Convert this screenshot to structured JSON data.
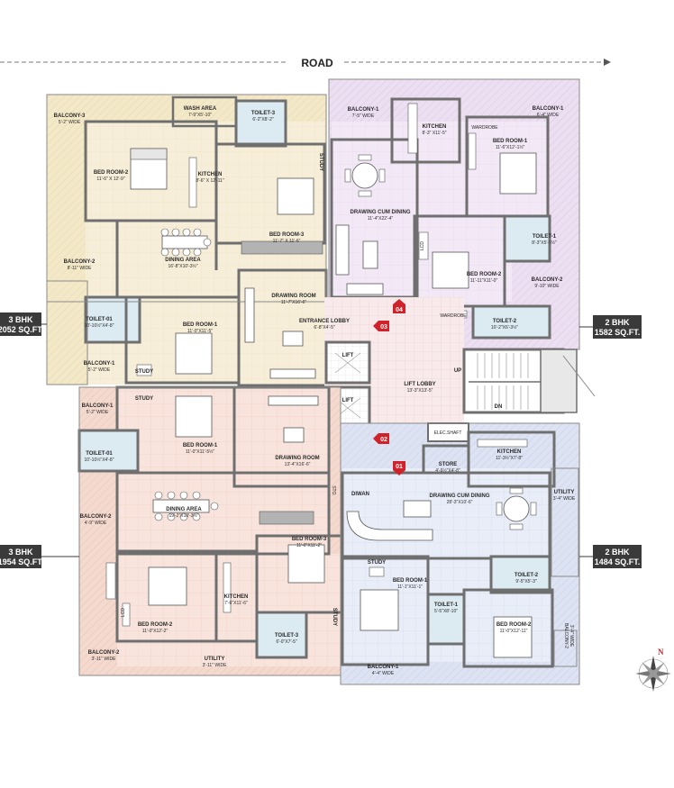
{
  "road": "ROAD",
  "units": {
    "a": {
      "type": "3 BHK",
      "area": "2052 SQ.FT."
    },
    "b": {
      "type": "3 BHK",
      "area": "1954 SQ.FT."
    },
    "c": {
      "type": "2 BHK",
      "area": "1582 SQ.FT."
    },
    "d": {
      "type": "2 BHK",
      "area": "1484 SQ.FT."
    }
  },
  "markers": [
    "01",
    "02",
    "03",
    "04"
  ],
  "up": "UP",
  "dn": "DN",
  "north": "N",
  "rooms": {
    "a_balcony3": {
      "name": "BALCONY-3",
      "size": "5'-2\" WIDE"
    },
    "a_wash": {
      "name": "WASH AREA",
      "size": "7'-9\"X5'-10\""
    },
    "a_toilet3": {
      "name": "TOILET-3",
      "size": "6'-2\"X8'-2\""
    },
    "a_bed2": {
      "name": "BED ROOM-2",
      "size": "11'-6\" X 12'-9\""
    },
    "a_kitchen": {
      "name": "KITCHEN",
      "size": "8'-6\" X 12'-11\""
    },
    "a_bed3": {
      "name": "BED ROOM-3",
      "size": "11'-7\" X 11'-6\""
    },
    "a_study": {
      "name": "STUDY"
    },
    "a_dining": {
      "name": "DINING AREA",
      "size": "16'-8\"X10'-3½\""
    },
    "a_balcony2": {
      "name": "BALCONY-2",
      "size": "8'-11\" WIDE"
    },
    "a_drawing": {
      "name": "DRAWING ROOM",
      "size": "11'-7\"X16'-6\""
    },
    "lobby_entrance": {
      "name": "ENTRANCE LOBBY",
      "size": "6'-8\"X4'-5\""
    },
    "a_toilet1": {
      "name": "TOILET-01",
      "size": "10'-10½\"X4'-8\""
    },
    "a_bed1": {
      "name": "BED ROOM-1",
      "size": "11'-0\"X11'-5\""
    },
    "a_balcony1": {
      "name": "BALCONY-1",
      "size": "5'-2\" WIDE"
    },
    "a_study2": {
      "name": "STUDY"
    },
    "c_balcony1a": {
      "name": "BALCONY-1",
      "size": "7'-5\" WIDE"
    },
    "c_kitchen": {
      "name": "KITCHEN",
      "size": "8'-3\" X11'-5\""
    },
    "c_wardrobe": {
      "name": "WARDROBE"
    },
    "c_balcony1b": {
      "name": "BALCONY-1",
      "size": "6'-4\" WIDE"
    },
    "c_bed1": {
      "name": "BED ROOM-1",
      "size": "11'-6\"X12'-1½\""
    },
    "c_drawing": {
      "name": "DRAWING CUM DINING",
      "size": "11'-4\"X22'-4\""
    },
    "c_toilet1": {
      "name": "TOILET-1",
      "size": "8'-3\"X5'-7½\""
    },
    "c_lcd": {
      "name": "LCD"
    },
    "c_bed2": {
      "name": "BED ROOM-2",
      "size": "11'-11\"X11'-0\""
    },
    "c_balcony2": {
      "name": "BALCONY-2",
      "size": "9'-10\" WIDE"
    },
    "c_wardrobe2": {
      "name": "WARDROBE"
    },
    "c_toilet2": {
      "name": "TOILET-2",
      "size": "10'-2\"X6'-3½\""
    },
    "lift1": {
      "name": "LIFT"
    },
    "lift2": {
      "name": "LIFT"
    },
    "lift_lobby": {
      "name": "LIFT LOBBY",
      "size": "13'-3\"X13'-5\""
    },
    "b_balcony1": {
      "name": "BALCONY-1",
      "size": "5'-2\" WIDE"
    },
    "b_study": {
      "name": "STUDY"
    },
    "b_toilet1": {
      "name": "TOILET-01",
      "size": "10'-10½\"X4'-8\""
    },
    "b_bed1": {
      "name": "BED ROOM-1",
      "size": "11'-0\"X11'-5½\""
    },
    "b_drawing": {
      "name": "DRAWING ROOM",
      "size": "13'-4\"X16'-6\""
    },
    "b_balcony2": {
      "name": "BALCONY-2",
      "size": "4'-9\" WIDE"
    },
    "b_dining": {
      "name": "DINING AREA",
      "size": "19'-2\"X10'-3½\""
    },
    "b_sto": {
      "name": "STO."
    },
    "b_bed3": {
      "name": "BED ROOM-3",
      "size": "11'-0\"X11'-2\""
    },
    "b_lcd": {
      "name": "LCD"
    },
    "b_kitchen": {
      "name": "KITCHEN",
      "size": "7'-6\"X11'-6\""
    },
    "b_bed2": {
      "name": "BED ROOM-2",
      "size": "11'-0\"X12'-2\""
    },
    "b_toilet3": {
      "name": "TOILET-3",
      "size": "6'-0\"X7'-5\""
    },
    "b_study2": {
      "name": "STUDY"
    },
    "b_balcony2b": {
      "name": "BALCONY-2",
      "size": "3'-11\" WIDE"
    },
    "b_utility": {
      "name": "UTILITY",
      "size": "3'-11\" WIDE"
    },
    "d_elec": {
      "name": "ELEC.SHAFT"
    },
    "d_kitchen": {
      "name": "KITCHEN",
      "size": "11'-3½\"X7'-8\""
    },
    "d_store": {
      "name": "STORE",
      "size": "4'-9½\"X4'-8\""
    },
    "d_utility": {
      "name": "UTILITY",
      "size": "3'-4\" WIDE"
    },
    "d_diwan": {
      "name": "DIWAN"
    },
    "d_drawing": {
      "name": "DRAWING CUM DINING",
      "size": "28'-3\"X10'-6\""
    },
    "d_study": {
      "name": "STUDY"
    },
    "d_toilet2": {
      "name": "TOILET-2",
      "size": "9'-5\"X5'-3\""
    },
    "d_bed1": {
      "name": "BED ROOM-1",
      "size": "11'-1\"X11'-1\""
    },
    "d_toilet1": {
      "name": "TOILET-1",
      "size": "5'-5\"X8'-10\""
    },
    "d_bed2": {
      "name": "BED ROOM-2",
      "size": "11'-0\"X12'-11\""
    },
    "d_balcony1": {
      "name": "BALCONY-1",
      "size": "4'-4\" WIDE"
    },
    "d_balcony2": {
      "name": "BALCONY-2",
      "size": "3'-4\" WIDE"
    }
  },
  "colors": {
    "unit_a": "#f3e8c8",
    "unit_b": "#f4d9cf",
    "unit_c": "#ecdff1",
    "unit_d": "#dde3f2",
    "lobby": "#f6e3e3",
    "wall": "#6f6f6f",
    "label_bg": "#3a3a3a",
    "marker": "#d0222a"
  }
}
